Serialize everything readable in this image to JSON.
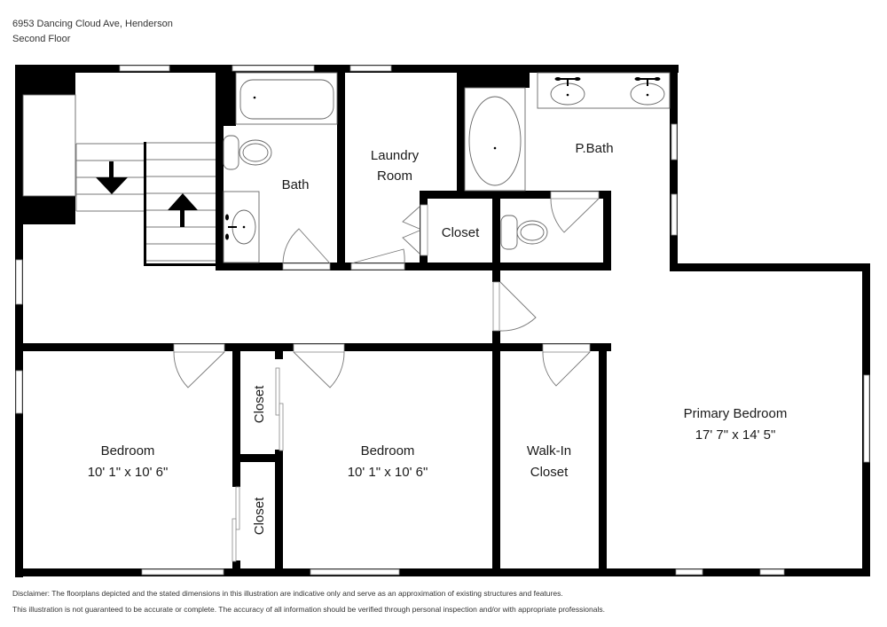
{
  "header": {
    "address": "6953 Dancing Cloud Ave, Henderson",
    "floor": "Second Floor"
  },
  "rooms": {
    "bath": "Bath",
    "laundry_line1": "Laundry",
    "laundry_line2": "Room",
    "pbath": "P.Bath",
    "closet_hall": "Closet",
    "closet_upper": "Closet",
    "closet_lower": "Closet",
    "bedroom1_name": "Bedroom",
    "bedroom1_dims": "10' 1\" x 10' 6\"",
    "bedroom2_name": "Bedroom",
    "bedroom2_dims": "10' 1\" x 10' 6\"",
    "walkin_line1": "Walk-In",
    "walkin_line2": "Closet",
    "primary_name": "Primary Bedroom",
    "primary_dims": "17' 7\" x 14' 5\""
  },
  "disclaimer": {
    "line1": "Disclaimer: The floorplans depicted and the stated dimensions in this illustration are indicative only and serve as an approximation of existing structures and features.",
    "line2": "This illustration is not guaranteed to be accurate or complete. The accuracy of all information should be verified through personal inspection and/or with appropriate professionals."
  }
}
